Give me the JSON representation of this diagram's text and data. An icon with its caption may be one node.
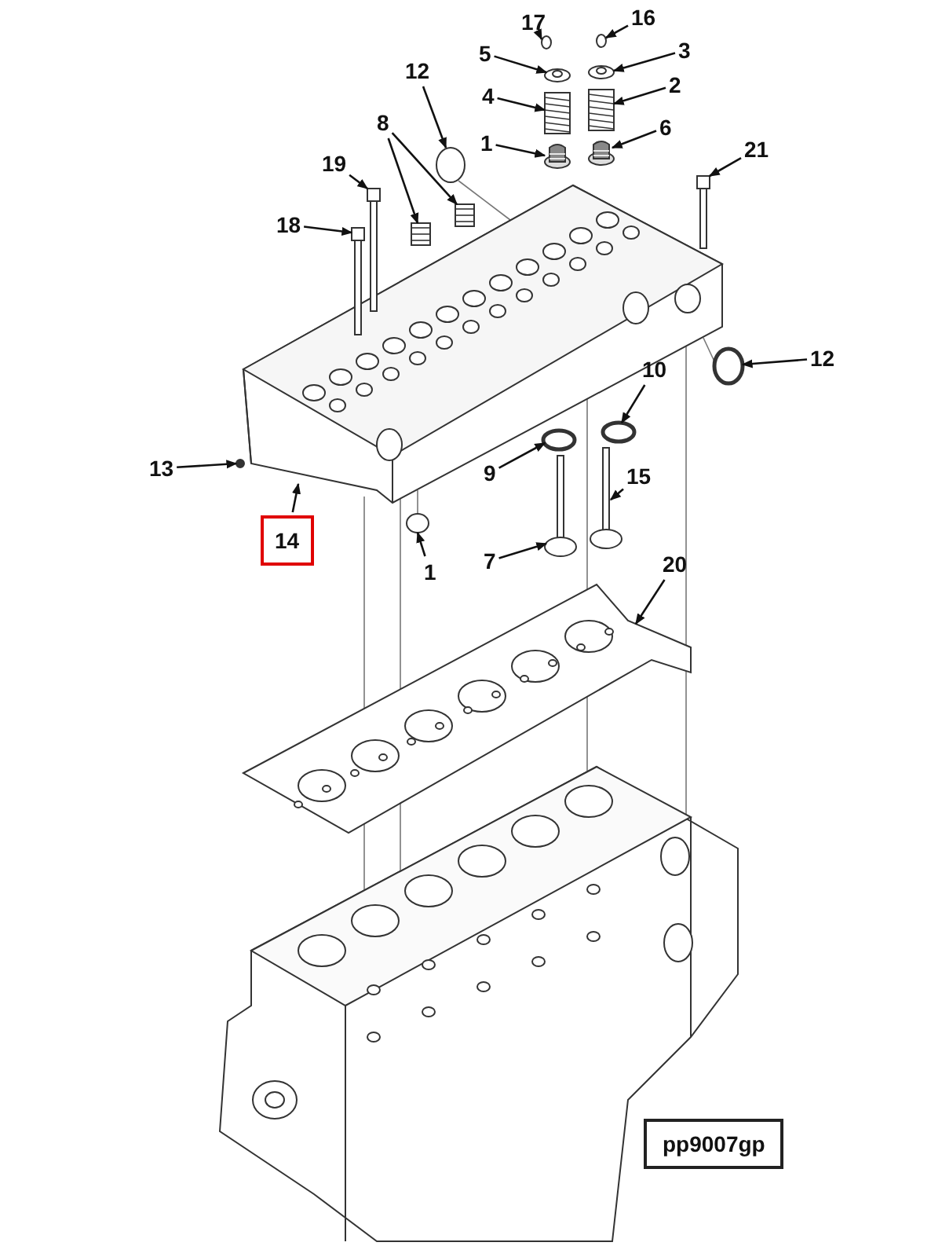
{
  "diagram": {
    "nodes": [
      {
        "text": [
          "17"
        ]
      },
      {
        "text": [
          "16"
        ]
      },
      {
        "text": [
          "5"
        ]
      },
      {
        "text": [
          "3"
        ]
      },
      {
        "text": [
          "12"
        ]
      },
      {
        "text": [
          "2"
        ]
      },
      {
        "text": [
          "4"
        ]
      },
      {
        "text": [
          "8"
        ]
      },
      {
        "text": [
          "6"
        ]
      },
      {
        "text": [
          "1"
        ]
      },
      {
        "text": [
          "21"
        ]
      },
      {
        "text": [
          "19"
        ]
      },
      {
        "text": [
          "18"
        ]
      },
      {
        "text": [
          "12"
        ]
      },
      {
        "text": [
          "10"
        ]
      },
      {
        "text": [
          "13"
        ]
      },
      {
        "text": [
          "9"
        ]
      },
      {
        "text": [
          "15"
        ]
      },
      {
        "text": [
          "14"
        ]
      },
      {
        "text": [
          "1"
        ]
      },
      {
        "text": [
          "7"
        ]
      },
      {
        "text": [
          "20"
        ]
      },
      {
        "text": [
          "pp9007gp"
        ]
      },
      {
        "text": [],
        "shape": "circle"
      },
      {
        "text": [],
        "shape": "circle"
      },
      {
        "text": [],
        "shape": "picture"
      },
      {
        "text": [],
        "shape": "picture"
      },
      {
        "text": [],
        "shape": "circle"
      },
      {
        "text": [],
        "shape": "picture"
      },
      {
        "text": [],
        "shape": "picture"
      },
      {
        "text": [],
        "shape": "picture"
      },
      {
        "text": [],
        "shape": "picture"
      },
      {
        "text": [],
        "shape": "picture"
      },
      {
        "text": [],
        "shape": "picture"
      },
      {
        "text": [],
        "shape": "picture"
      },
      {
        "text": [],
        "shape": "picture"
      },
      {
        "text": [],
        "shape": "picture"
      },
      {
        "text": [],
        "shape": "picture"
      },
      {
        "text": [],
        "shape": "circle"
      },
      {
        "text": [],
        "shape": "circle"
      },
      {
        "text": [],
        "shape": "circle"
      },
      {
        "text": [],
        "shape": "circle"
      },
      {
        "text": [],
        "shape": "picture"
      },
      {
        "text": [],
        "shape": "circle"
      },
      {
        "text": [],
        "shape": "picture"
      },
      {
        "text": [],
        "shape": "picture"
      },
      {
        "text": [],
        "shape": "picture"
      }
    ],
    "edges": [
      {
        "from": 0,
        "to": 23,
        "arrow": "to"
      },
      {
        "from": 1,
        "to": 24,
        "arrow": "to"
      },
      {
        "from": 2,
        "to": 25,
        "arrow": "to"
      },
      {
        "from": 3,
        "to": 26,
        "arrow": "to"
      },
      {
        "from": 4,
        "to": 27,
        "arrow": "to"
      },
      {
        "from": 5,
        "to": 28,
        "arrow": "to"
      },
      {
        "from": 6,
        "to": 29,
        "arrow": "to"
      },
      {
        "from": 7,
        "to": 30,
        "arrow": "to"
      },
      {
        "from": 7,
        "to": 31,
        "arrow": "to"
      },
      {
        "from": 8,
        "to": 32,
        "arrow": "to"
      },
      {
        "from": 9,
        "to": 33,
        "arrow": "to"
      },
      {
        "from": 10,
        "to": 34,
        "arrow": "to"
      },
      {
        "from": 11,
        "to": 35,
        "arrow": "to"
      },
      {
        "from": 12,
        "to": 36,
        "arrow": "to"
      },
      {
        "from": 13,
        "to": 38,
        "arrow": "to"
      },
      {
        "from": 14,
        "to": 39,
        "arrow": "to"
      },
      {
        "from": 15,
        "to": 40,
        "arrow": "to"
      },
      {
        "from": 16,
        "to": 41,
        "arrow": "to"
      },
      {
        "from": 17,
        "to": 42,
        "arrow": "to"
      },
      {
        "from": 18,
        "to": 37,
        "arrow": "to"
      },
      {
        "from": 19,
        "to": 43,
        "arrow": "to"
      },
      {
        "from": 20,
        "to": 44,
        "arrow": "to"
      },
      {
        "from": 21,
        "to": 45,
        "arrow": "to"
      },
      {
        "from": 37,
        "to": 45,
        "arrow": "none",
        "color": "#777777"
      },
      {
        "from": 45,
        "to": 46,
        "arrow": "none",
        "color": "#777777"
      },
      {
        "from": 37,
        "to": 45,
        "arrow": "none",
        "color": "#777777"
      },
      {
        "from": 45,
        "to": 46,
        "arrow": "none",
        "color": "#777777"
      },
      {
        "from": 37,
        "to": 45,
        "arrow": "none",
        "color": "#777777"
      },
      {
        "from": 45,
        "to": 46,
        "arrow": "none",
        "color": "#777777"
      },
      {
        "from": 37,
        "to": 45,
        "arrow": "none",
        "color": "#777777"
      },
      {
        "from": 45,
        "to": 46,
        "arrow": "none",
        "color": "#777777"
      },
      {
        "from": 43,
        "to": 37,
        "arrow": "none",
        "color": "#777777"
      },
      {
        "from": 27,
        "to": 37,
        "arrow": "none",
        "color": "#777777"
      },
      {
        "from": 38,
        "to": 37,
        "arrow": "none",
        "color": "#777777"
      }
    ]
  }
}
